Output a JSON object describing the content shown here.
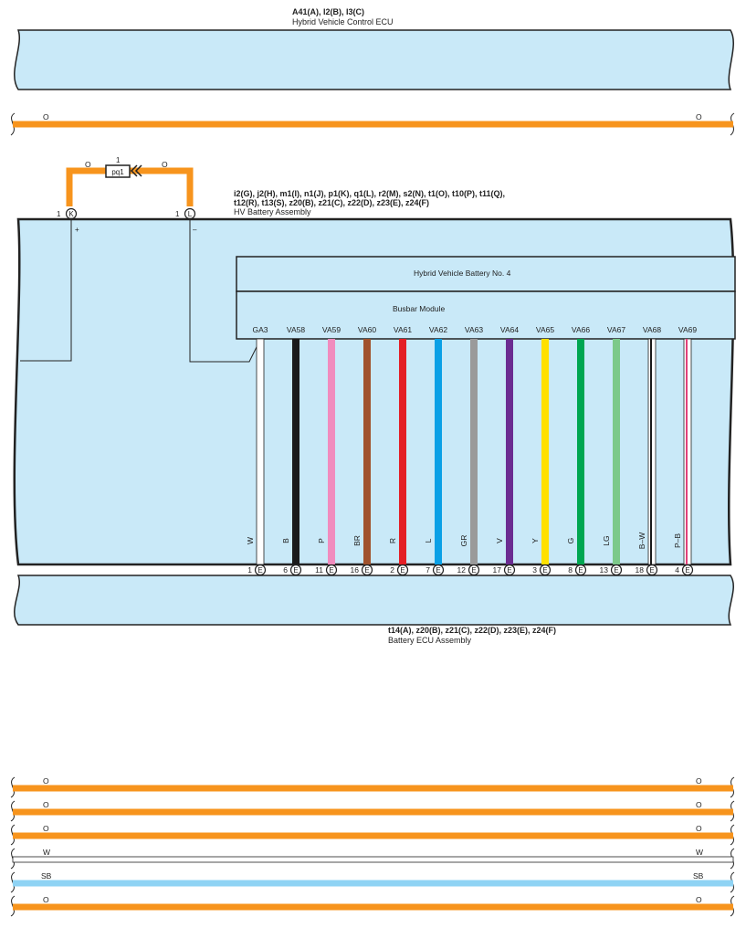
{
  "hv_ecu": {
    "connectors": "A41(A), I2(B), I3(C)",
    "name": "Hybrid Vehicle Control ECU"
  },
  "top_wire": {
    "left_color": "O",
    "right_color": "O"
  },
  "pq1_circuit": {
    "label": "pq1",
    "pin_no": "1",
    "left_color": "O",
    "right_color": "O",
    "pin_k_no": "1",
    "pin_k_letter": "K",
    "pin_l_no": "1",
    "pin_l_letter": "L",
    "plus_sign": "+",
    "minus_sign": "–"
  },
  "hv_battery": {
    "connectors_line1": "i2(G), j2(H), m1(I), n1(J), p1(K), q1(L), r2(M), s2(N), t1(O), t10(P), t11(Q),",
    "connectors_line2": "t12(R), t13(S), z20(B), z21(C), z22(D), z23(E), z24(F)",
    "name": "HV Battery Assembly",
    "battery_no4": "Hybrid Vehicle Battery No.  4",
    "busbar": "Busbar Module"
  },
  "terminals": [
    {
      "name": "GA3",
      "color": "W",
      "pin": "1",
      "wire": "#ffffff",
      "stripe": "",
      "cn": "E"
    },
    {
      "name": "VA58",
      "color": "B",
      "pin": "6",
      "wire": "#1a1a1a",
      "stripe": "",
      "cn": "E"
    },
    {
      "name": "VA59",
      "color": "P",
      "pin": "11",
      "wire": "#f08cbe",
      "stripe": "",
      "cn": "E"
    },
    {
      "name": "VA60",
      "color": "BR",
      "pin": "16",
      "wire": "#a0522d",
      "stripe": "",
      "cn": "E"
    },
    {
      "name": "VA61",
      "color": "R",
      "pin": "2",
      "wire": "#e41f26",
      "stripe": "",
      "cn": "E"
    },
    {
      "name": "VA62",
      "color": "L",
      "pin": "7",
      "wire": "#0aa0e6",
      "stripe": "",
      "cn": "E"
    },
    {
      "name": "VA63",
      "color": "GR",
      "pin": "12",
      "wire": "#9a9a9a",
      "stripe": "",
      "cn": "E"
    },
    {
      "name": "VA64",
      "color": "V",
      "pin": "17",
      "wire": "#6b2c91",
      "stripe": "",
      "cn": "E"
    },
    {
      "name": "VA65",
      "color": "Y",
      "pin": "3",
      "wire": "#ffe000",
      "stripe": "",
      "cn": "E"
    },
    {
      "name": "VA66",
      "color": "G",
      "pin": "8",
      "wire": "#00a651",
      "stripe": "",
      "cn": "E"
    },
    {
      "name": "VA67",
      "color": "LG",
      "pin": "13",
      "wire": "#7cc98a",
      "stripe": "",
      "cn": "E"
    },
    {
      "name": "VA68",
      "color": "B–W",
      "pin": "18",
      "wire": "#ffffff",
      "stripe": "#1a1a1a",
      "cn": "E"
    },
    {
      "name": "VA69",
      "color": "P–B",
      "pin": "4",
      "wire": "#ffffff",
      "stripe": "#e0407a",
      "cn": "E"
    }
  ],
  "battery_ecu": {
    "connectors": "t14(A), z20(B), z21(C), z22(D), z23(E), z24(F)",
    "name": "Battery ECU Assembly"
  },
  "bottom_wires": [
    {
      "left": "O",
      "right": "O",
      "color": "#f7941d"
    },
    {
      "left": "O",
      "right": "O",
      "color": "#f7941d"
    },
    {
      "left": "O",
      "right": "O",
      "color": "#f7941d"
    },
    {
      "left": "W",
      "right": "W",
      "color": "#ffffff"
    },
    {
      "left": "SB",
      "right": "SB",
      "color": "#8fd3f4"
    },
    {
      "left": "O",
      "right": "O",
      "color": "#f7941d"
    }
  ],
  "colors": {
    "component_fill": "#c9e9f8",
    "orange_wire": "#f7941d",
    "outline": "#222222"
  }
}
